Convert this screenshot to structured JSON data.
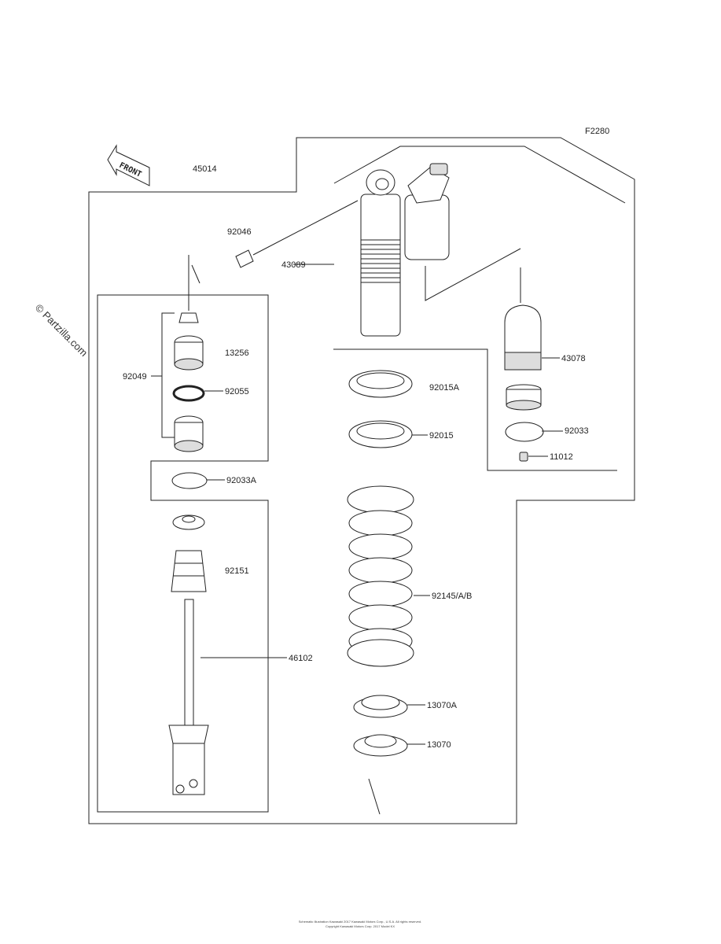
{
  "figure_code": "F2280",
  "front_label": "FRONT",
  "watermark": "© Partzilla.com",
  "footer": {
    "line1": "Schematic Illustration Kawasaki 2017 Kawasaki Motors Corp., U.S.A. All rights reserved.",
    "line2": "Copyright Kawasaki Motors Corp. 2017 Model KX"
  },
  "parts": {
    "p45014": "45014",
    "p92046": "92046",
    "p43089": "43089",
    "p13256": "13256",
    "p92049": "92049",
    "p92055": "92055",
    "p43078": "43078",
    "p92015A": "92015A",
    "p92015": "92015",
    "p92033": "92033",
    "p11012": "11012",
    "p92033A": "92033A",
    "p92151": "92151",
    "p92145": "92145/A/B",
    "p46102": "46102",
    "p13070A": "13070A",
    "p13070": "13070"
  }
}
